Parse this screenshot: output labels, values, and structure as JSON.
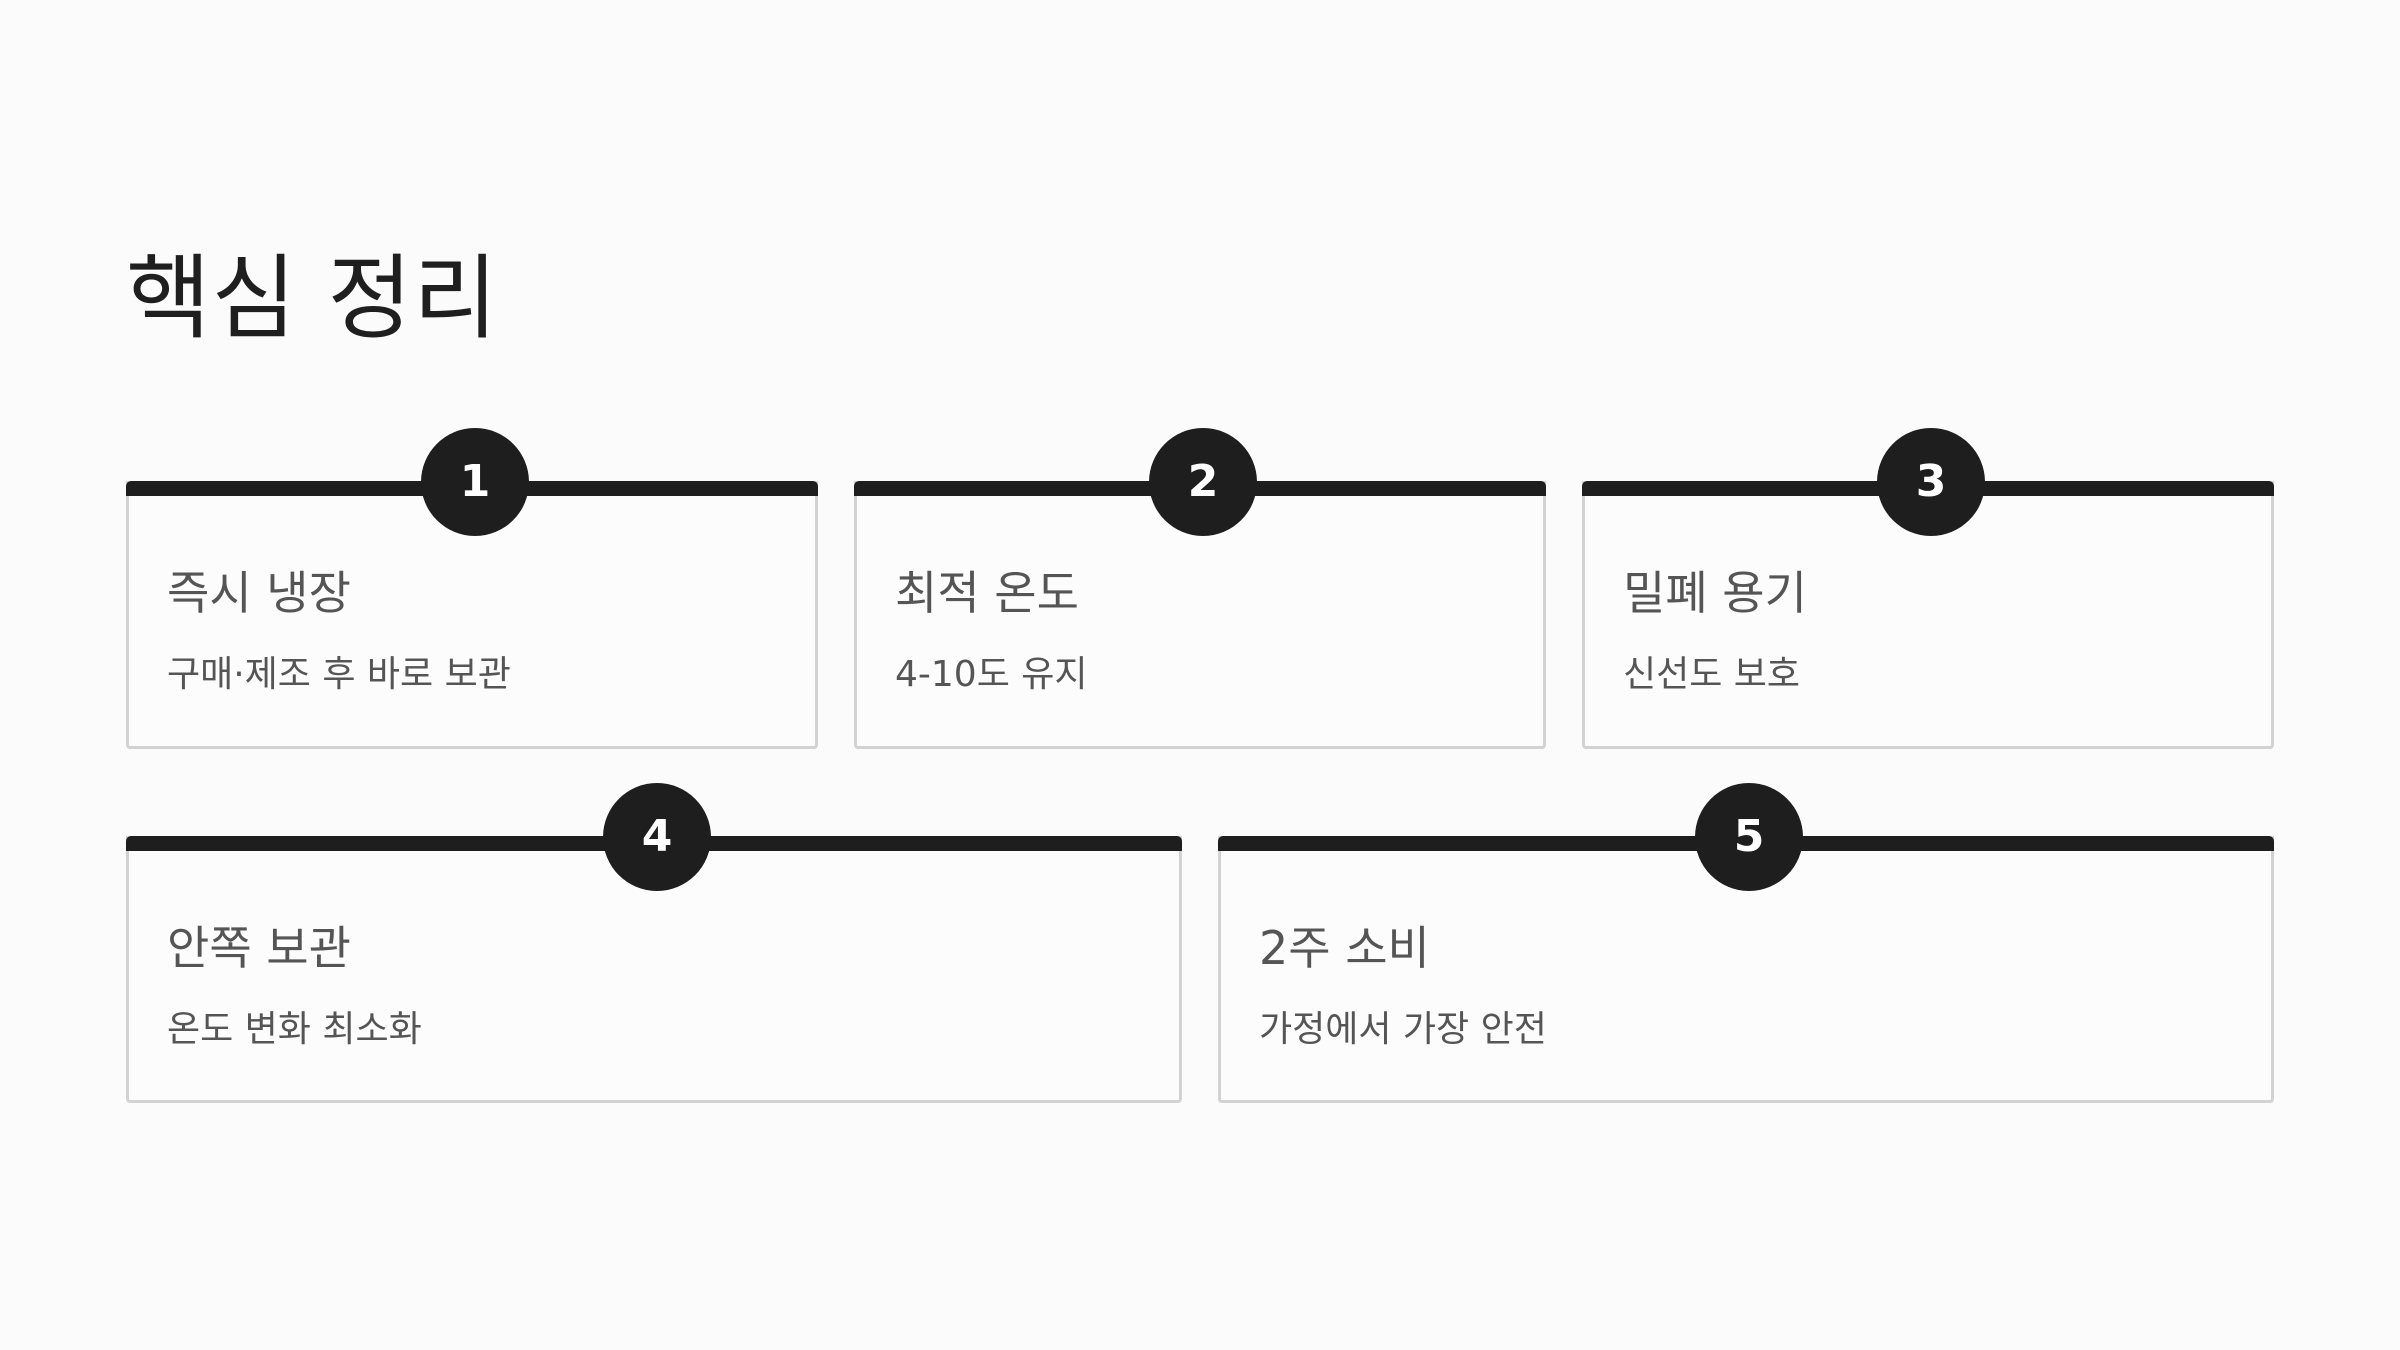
{
  "slide": {
    "title": "핵심 정리"
  },
  "cards": [
    {
      "number": "1",
      "title": "즉시 냉장",
      "description": "구매·제조 후 바로 보관"
    },
    {
      "number": "2",
      "title": "최적 온도",
      "description": "4-10도 유지"
    },
    {
      "number": "3",
      "title": "밀폐 용기",
      "description": "신선도 보호"
    },
    {
      "number": "4",
      "title": "안쪽 보관",
      "description": "온도 변화 최소화"
    },
    {
      "number": "5",
      "title": "2주 소비",
      "description": "가정에서 가장 안전"
    }
  ]
}
